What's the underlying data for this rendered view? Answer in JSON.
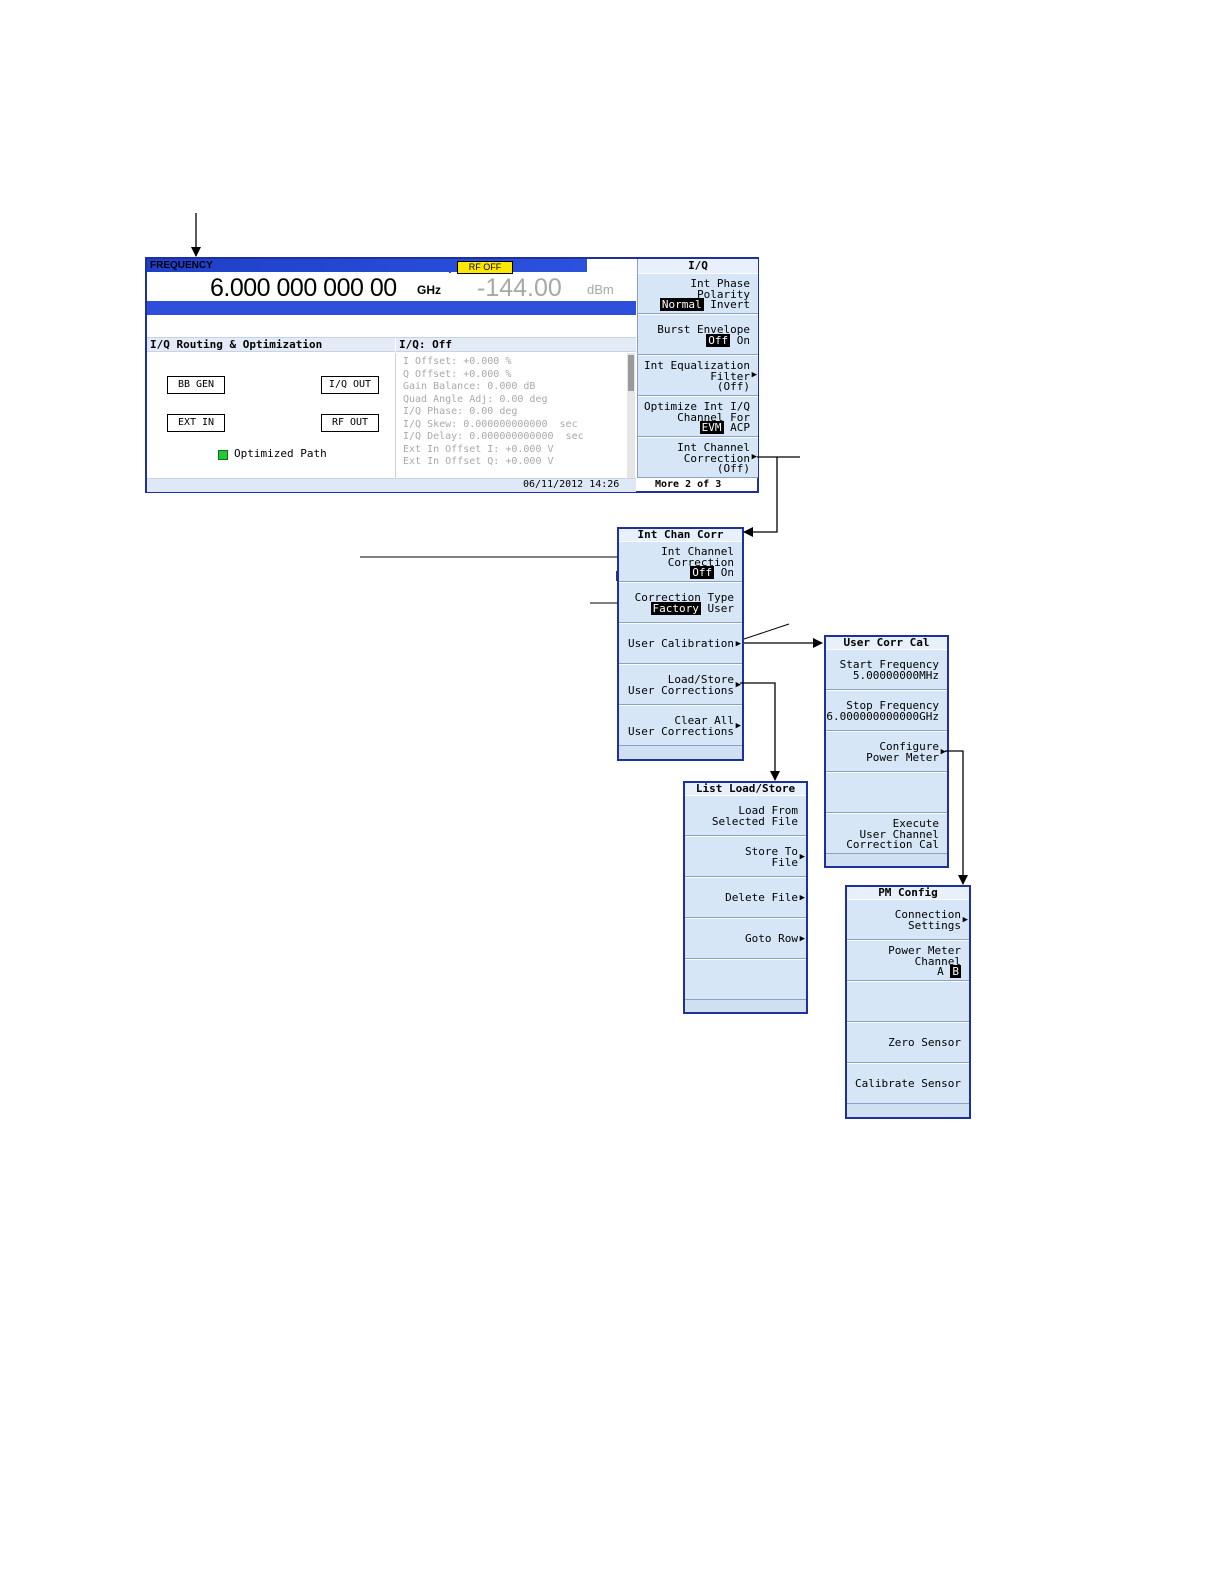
{
  "screen": {
    "frequency_label": "FREQUENCY",
    "frequency_value": "6.000 000 000 00",
    "frequency_unit": "GHz",
    "rf_badge": "RF OFF",
    "amplitude_value": "-144.00",
    "amplitude_unit": "dBm",
    "left_panel_title": "I/Q Routing & Optimization",
    "right_panel_title": "I/Q:  Off",
    "routing": {
      "bb_gen": "BB GEN",
      "iq_out": "I/Q OUT",
      "ext_in": "EXT IN",
      "rf_out": "RF OUT",
      "optimized_path": "Optimized Path"
    },
    "iq_lines": [
      "I Offset: +0.000 %",
      "Q Offset: +0.000 %",
      "Gain Balance: 0.000 dB",
      "Quad Angle Adj: 0.00 deg",
      "I/Q Phase: 0.00 deg",
      "I/Q Skew: 0.000000000000  sec",
      "I/Q Delay: 0.000000000000  sec",
      "Ext In Offset I: +0.000 V",
      "Ext In Offset Q: +0.000 V"
    ],
    "status_date": "06/11/2012 14:26",
    "status_more": "More 2 of 3",
    "softkeys": {
      "title": "I/Q",
      "k1_l1": "Int Phase",
      "k1_l2": "Polarity",
      "k1_a": "Normal",
      "k1_b": "Invert",
      "k2_l1": "Burst Envelope",
      "k2_a": "Off",
      "k2_b": "On",
      "k3_l1": "Int Equalization",
      "k3_l2": "Filter",
      "k3_l3": "(Off)",
      "k4_l1": "Optimize Int I/Q",
      "k4_l2": "Channel For",
      "k4_a": "EVM",
      "k4_b": "ACP",
      "k5_l1": "Int Channel",
      "k5_l2": "Correction",
      "k5_l3": "(Off)"
    }
  },
  "int_chan_corr": {
    "title": "Int Chan Corr",
    "i1_l1": "Int Channel",
    "i1_l2": "Correction",
    "i1_a": "Off",
    "i1_b": "On",
    "i2_l1": "Correction Type",
    "i2_a": "Factory",
    "i2_b": "User",
    "i3": "User Calibration",
    "i4_l1": "Load/Store",
    "i4_l2": "User Corrections",
    "i5_l1": "Clear All",
    "i5_l2": "User Corrections"
  },
  "user_corr_cal": {
    "title": "User Corr Cal",
    "i1_l1": "Start Frequency",
    "i1_l2": "5.00000000MHz",
    "i2_l1": "Stop Frequency",
    "i2_l2": "6.000000000000GHz",
    "i3_l1": "Configure",
    "i3_l2": "Power Meter",
    "i5_l1": "Execute",
    "i5_l2": "User Channel",
    "i5_l3": "Correction Cal"
  },
  "list_load_store": {
    "title": "List Load/Store",
    "i1_l1": "Load From",
    "i1_l2": "Selected File",
    "i2_l1": "Store To",
    "i2_l2": "File",
    "i3": "Delete File",
    "i4": "Goto Row"
  },
  "pm_config": {
    "title": "PM Config",
    "i1_l1": "Connection",
    "i1_l2": "Settings",
    "i2_l1": "Power Meter",
    "i2_l2": "Channel",
    "i2_a": "A",
    "i2_b": "B",
    "i4": "Zero Sensor",
    "i5": "Calibrate Sensor"
  },
  "icons": {
    "submenu_arrow": "triangle-right-icon",
    "connector_arrow": "arrow-head-icon"
  },
  "colors": {
    "frame_blue": "#1e2f9e",
    "accent_blue": "#2d4fdc",
    "softkey_bg": "#d6e6f6",
    "rf_badge": "#ffe800",
    "optimized_green": "#22c934"
  }
}
